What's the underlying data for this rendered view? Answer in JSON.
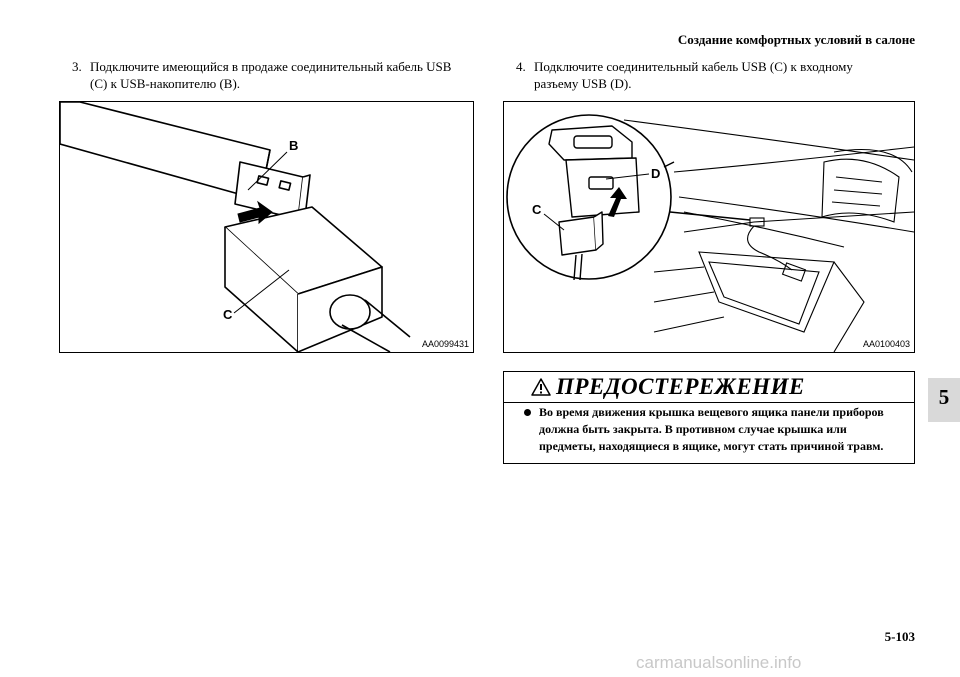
{
  "header": {
    "title": "Создание комфортных условий в салоне"
  },
  "steps": [
    {
      "number": "3.",
      "lines": [
        "Подключите имеющийся в продаже соединительный кабель USB",
        "(C) к USB-накопителю (B)."
      ]
    },
    {
      "number": "4.",
      "lines": [
        "Подключите соединительный кабель USB (C) к входному",
        "разъему USB (D)."
      ]
    }
  ],
  "figures": [
    {
      "code": "AA0099431",
      "callouts": {
        "b": "B",
        "c": "C"
      }
    },
    {
      "code": "AA0100403",
      "callouts": {
        "c": "C",
        "d": "D"
      }
    }
  ],
  "warning": {
    "icon": "warning-triangle-icon",
    "title": "ПРЕДОСТЕРЕЖЕНИЕ",
    "lines": [
      "Во время движения крышка вещевого ящика панели приборов",
      "должна быть закрыта. В противном случае крышка или",
      "предметы, находящиеся в ящике, могут стать причиной травм."
    ]
  },
  "chapter_tab": "5",
  "page_number": "5-103",
  "watermark": "carmanualsonline.info"
}
